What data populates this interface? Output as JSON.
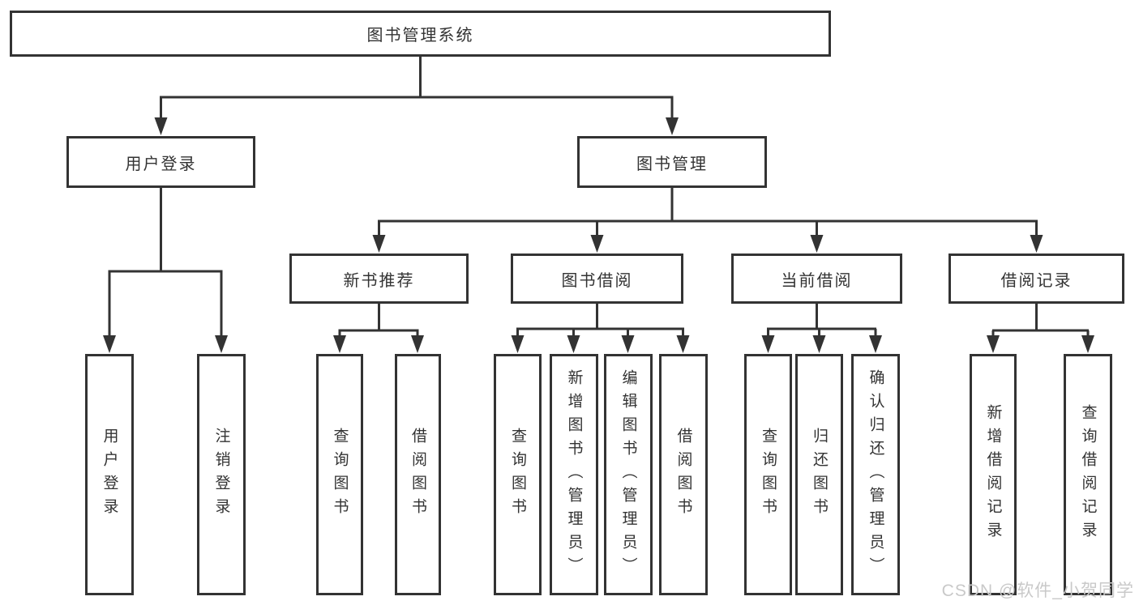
{
  "tree": {
    "label": "图书管理系统",
    "children": [
      {
        "label": "用户登录",
        "children": [
          {
            "label": "用户登录"
          },
          {
            "label": "注销登录"
          }
        ]
      },
      {
        "label": "图书管理",
        "children": [
          {
            "label": "新书推荐",
            "children": [
              {
                "label": "查询图书"
              },
              {
                "label": "借阅图书"
              }
            ]
          },
          {
            "label": "图书借阅",
            "children": [
              {
                "label": "查询图书"
              },
              {
                "label": "新增图书（管理员）"
              },
              {
                "label": "编辑图书（管理员）"
              },
              {
                "label": "借阅图书"
              }
            ]
          },
          {
            "label": "当前借阅",
            "children": [
              {
                "label": "查询图书"
              },
              {
                "label": "归还图书"
              },
              {
                "label": "确认归还（管理员）"
              }
            ]
          },
          {
            "label": "借阅记录",
            "children": [
              {
                "label": "新增借阅记录"
              },
              {
                "label": "查询借阅记录"
              }
            ]
          }
        ]
      }
    ]
  },
  "watermark": {
    "text": "CSDN @软件_小贺同学"
  },
  "colors": {
    "line": "#333333",
    "text": "#333333",
    "watermark": "#c9c9c9",
    "background": "#ffffff"
  }
}
